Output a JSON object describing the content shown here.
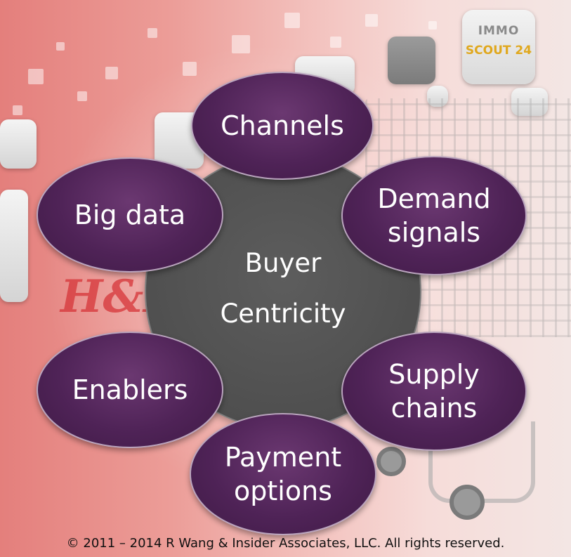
{
  "hub": {
    "label": "Buyer\nCentricity"
  },
  "nodes": {
    "channels": "Channels",
    "demand_signals": "Demand\nsignals",
    "supply_chains": "Supply\nchains",
    "payment_options": "Payment\noptions",
    "enablers": "Enablers",
    "big_data": "Big data"
  },
  "background": {
    "immo_top": "IMMO",
    "immo_bottom": "SCOUT 24",
    "hm_logo": "H&M"
  },
  "footer": {
    "copyright": "© 2011 – 2014 R Wang & Insider Associates, LLC.  All rights reserved."
  },
  "colors": {
    "node_fill": "#4f2357",
    "hub_fill": "#4f4f4f",
    "text": "#ffffff"
  }
}
